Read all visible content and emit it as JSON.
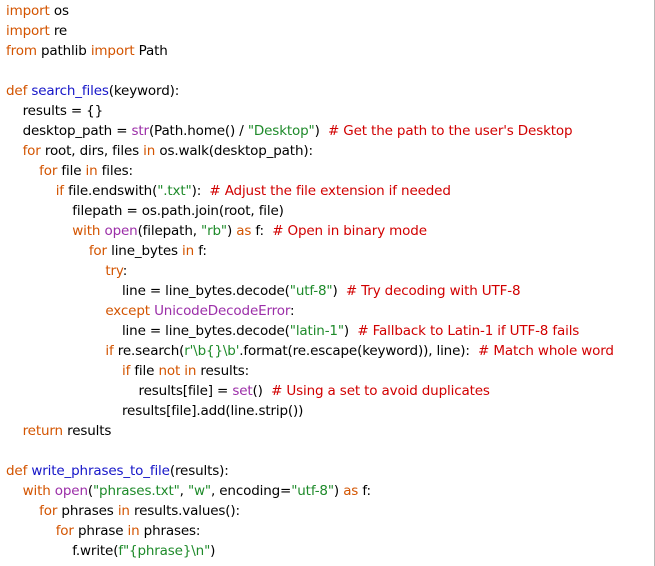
{
  "colors": {
    "keyword": "#d35400",
    "builtin": "#9b2ea8",
    "function": "#1515c8",
    "string": "#1e8a2a",
    "comment": "#d10000",
    "text": "#000000",
    "background": "#ffffff"
  },
  "lines": [
    [
      [
        "kw",
        "import"
      ],
      [
        "p",
        " os"
      ]
    ],
    [
      [
        "kw",
        "import"
      ],
      [
        "p",
        " re"
      ]
    ],
    [
      [
        "kw",
        "from"
      ],
      [
        "p",
        " pathlib "
      ],
      [
        "kw",
        "import"
      ],
      [
        "p",
        " Path"
      ]
    ],
    [],
    [
      [
        "kw",
        "def"
      ],
      [
        "p",
        " "
      ],
      [
        "fn",
        "search_files"
      ],
      [
        "p",
        "(keyword):"
      ]
    ],
    [
      [
        "p",
        "    results = {}"
      ]
    ],
    [
      [
        "p",
        "    desktop_path = "
      ],
      [
        "bi",
        "str"
      ],
      [
        "p",
        "(Path.home() / "
      ],
      [
        "str",
        "\"Desktop\""
      ],
      [
        "p",
        ")  "
      ],
      [
        "cmt",
        "# Get the path to the user's Desktop"
      ]
    ],
    [
      [
        "p",
        "    "
      ],
      [
        "kw",
        "for"
      ],
      [
        "p",
        " root, dirs, files "
      ],
      [
        "kw",
        "in"
      ],
      [
        "p",
        " os.walk(desktop_path):"
      ]
    ],
    [
      [
        "p",
        "        "
      ],
      [
        "kw",
        "for"
      ],
      [
        "p",
        " file "
      ],
      [
        "kw",
        "in"
      ],
      [
        "p",
        " files:"
      ]
    ],
    [
      [
        "p",
        "            "
      ],
      [
        "kw",
        "if"
      ],
      [
        "p",
        " file.endswith("
      ],
      [
        "str",
        "\".txt\""
      ],
      [
        "p",
        "):  "
      ],
      [
        "cmt",
        "# Adjust the file extension if needed"
      ]
    ],
    [
      [
        "p",
        "                filepath = os.path.join(root, file)"
      ]
    ],
    [
      [
        "p",
        "                "
      ],
      [
        "kw",
        "with"
      ],
      [
        "p",
        " "
      ],
      [
        "bi",
        "open"
      ],
      [
        "p",
        "(filepath, "
      ],
      [
        "str",
        "\"rb\""
      ],
      [
        "p",
        ") "
      ],
      [
        "kw",
        "as"
      ],
      [
        "p",
        " f:  "
      ],
      [
        "cmt",
        "# Open in binary mode"
      ]
    ],
    [
      [
        "p",
        "                    "
      ],
      [
        "kw",
        "for"
      ],
      [
        "p",
        " line_bytes "
      ],
      [
        "kw",
        "in"
      ],
      [
        "p",
        " f:"
      ]
    ],
    [
      [
        "p",
        "                        "
      ],
      [
        "kw",
        "try"
      ],
      [
        "p",
        ":"
      ]
    ],
    [
      [
        "p",
        "                            line = line_bytes.decode("
      ],
      [
        "str",
        "\"utf-8\""
      ],
      [
        "p",
        ")  "
      ],
      [
        "cmt",
        "# Try decoding with UTF-8"
      ]
    ],
    [
      [
        "p",
        "                        "
      ],
      [
        "kw",
        "except"
      ],
      [
        "p",
        " "
      ],
      [
        "bi",
        "UnicodeDecodeError"
      ],
      [
        "p",
        ":"
      ]
    ],
    [
      [
        "p",
        "                            line = line_bytes.decode("
      ],
      [
        "str",
        "\"latin-1\""
      ],
      [
        "p",
        ")  "
      ],
      [
        "cmt",
        "# Fallback to Latin-1 if UTF-8 fails"
      ]
    ],
    [
      [
        "p",
        "                        "
      ],
      [
        "kw",
        "if"
      ],
      [
        "p",
        " re.search("
      ],
      [
        "str",
        "r'\\b{}\\b'"
      ],
      [
        "p",
        ".format(re.escape(keyword)), line):  "
      ],
      [
        "cmt",
        "# Match whole word"
      ]
    ],
    [
      [
        "p",
        "                            "
      ],
      [
        "kw",
        "if"
      ],
      [
        "p",
        " file "
      ],
      [
        "kw",
        "not"
      ],
      [
        "p",
        " "
      ],
      [
        "kw",
        "in"
      ],
      [
        "p",
        " results:"
      ]
    ],
    [
      [
        "p",
        "                                results[file] = "
      ],
      [
        "bi",
        "set"
      ],
      [
        "p",
        "()  "
      ],
      [
        "cmt",
        "# Using a set to avoid duplicates"
      ]
    ],
    [
      [
        "p",
        "                            results[file].add(line.strip())"
      ]
    ],
    [
      [
        "p",
        "    "
      ],
      [
        "kw",
        "return"
      ],
      [
        "p",
        " results"
      ]
    ],
    [],
    [
      [
        "kw",
        "def"
      ],
      [
        "p",
        " "
      ],
      [
        "fn",
        "write_phrases_to_file"
      ],
      [
        "p",
        "(results):"
      ]
    ],
    [
      [
        "p",
        "    "
      ],
      [
        "kw",
        "with"
      ],
      [
        "p",
        " "
      ],
      [
        "bi",
        "open"
      ],
      [
        "p",
        "("
      ],
      [
        "str",
        "\"phrases.txt\""
      ],
      [
        "p",
        ", "
      ],
      [
        "str",
        "\"w\""
      ],
      [
        "p",
        ", encoding="
      ],
      [
        "str",
        "\"utf-8\""
      ],
      [
        "p",
        ") "
      ],
      [
        "kw",
        "as"
      ],
      [
        "p",
        " f:"
      ]
    ],
    [
      [
        "p",
        "        "
      ],
      [
        "kw",
        "for"
      ],
      [
        "p",
        " phrases "
      ],
      [
        "kw",
        "in"
      ],
      [
        "p",
        " results.values():"
      ]
    ],
    [
      [
        "p",
        "            "
      ],
      [
        "kw",
        "for"
      ],
      [
        "p",
        " phrase "
      ],
      [
        "kw",
        "in"
      ],
      [
        "p",
        " phrases:"
      ]
    ],
    [
      [
        "p",
        "                f.write("
      ],
      [
        "str",
        "f\"{phrase}\\n\""
      ],
      [
        "p",
        ")"
      ]
    ]
  ]
}
